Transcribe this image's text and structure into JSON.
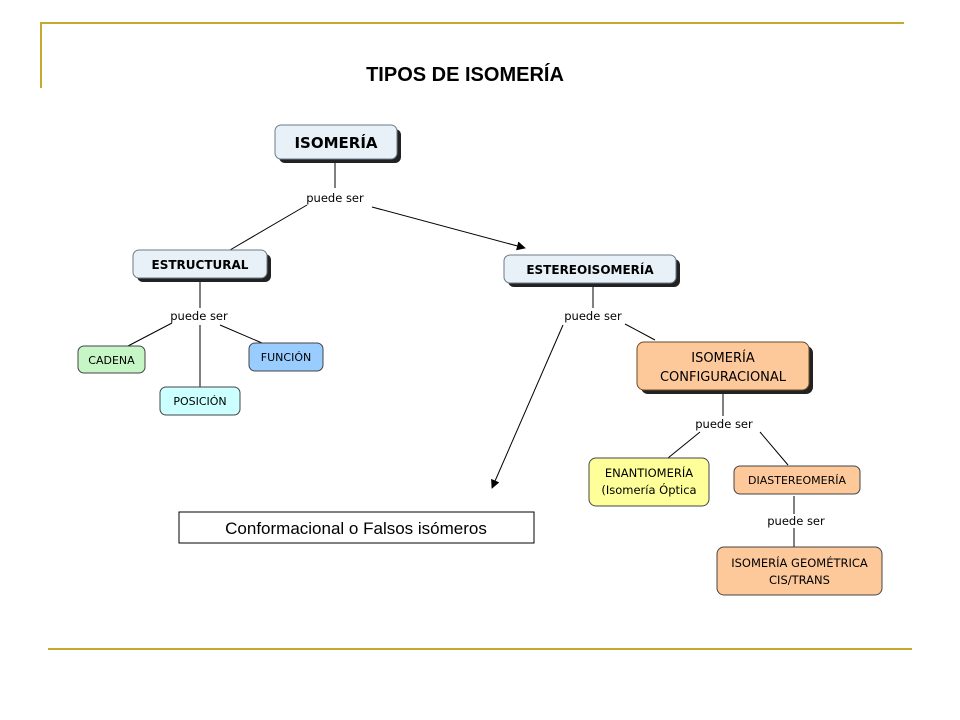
{
  "title": "TIPOS DE ISOMERÍA",
  "nodes": {
    "isomeria": "ISOMERÍA",
    "estructural": "ESTRUCTURAL",
    "estereoisomeria": "ESTEREOISOMERÍA",
    "cadena": "CADENA",
    "funcion": "FUNCIÓN",
    "posicion": "POSICIÓN",
    "configuracional": [
      "ISOMERÍA",
      "CONFIGURACIONAL"
    ],
    "enantiomeria": [
      "ENANTIOMERÍA",
      "(Isomería Óptica"
    ],
    "diastereomeria": "DIASTEREOMERÍA",
    "geometrica": [
      "ISOMERÍA GEOMÉTRICA",
      "CIS/TRANS"
    ],
    "conformacional": "Conformacional o Falsos isómeros"
  },
  "links": {
    "isomeria": "puede ser",
    "estructural": "puede ser",
    "estereoisomeria": "puede ser",
    "configuracional": "puede ser",
    "diastereomeria": "puede ser"
  },
  "colors": {
    "accent_line": "#c8a92f",
    "node_blue_fill": "#e8f1f8",
    "node_green_fill": "#c6f5c6",
    "node_lightblue_fill": "#99ccff",
    "node_cyan_fill": "#ccffff",
    "node_orange_fill": "#fdc99b",
    "node_yellow_fill": "#ffff99"
  }
}
